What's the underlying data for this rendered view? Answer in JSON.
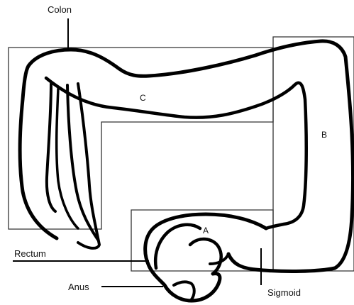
{
  "labels": {
    "colon": "Colon",
    "rectum": "Rectum",
    "anus": "Anus",
    "sigmoid": "Sigmoid"
  },
  "regions": {
    "a": "A",
    "b": "B",
    "c": "C"
  },
  "colors": {
    "ink": "#000000",
    "box_stroke": "#333333"
  }
}
